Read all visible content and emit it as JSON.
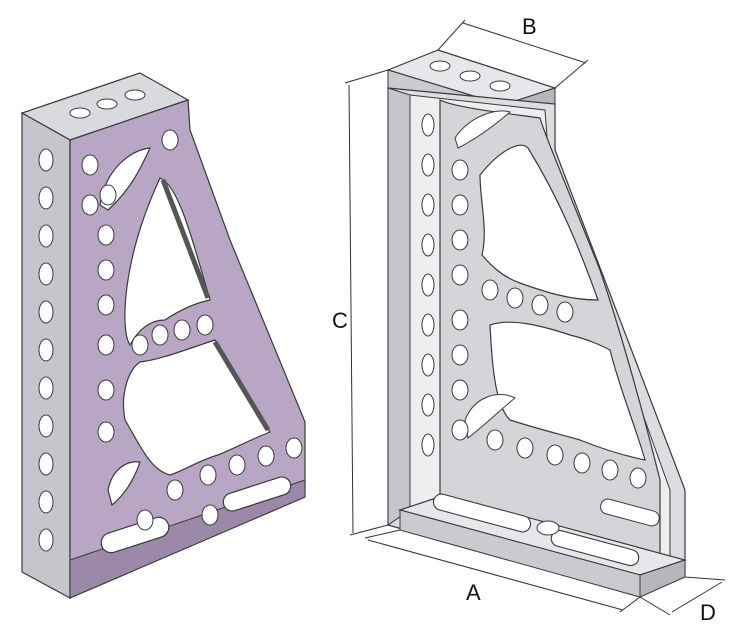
{
  "colors": {
    "background": "#ffffff",
    "face_lilac": "#b9a6c4",
    "face_lilac_dark": "#9c88a9",
    "steel_light": "#e6e7ea",
    "steel_mid": "#c9cbd0",
    "steel_dark": "#8e9096",
    "edge": "#3a3a3a",
    "hole_fill": "#ffffff",
    "hole_inner": "#cfd2d6",
    "dimension_line": "#333333"
  },
  "dimensions": {
    "A": "A",
    "B": "B",
    "C": "C",
    "D": "D"
  }
}
